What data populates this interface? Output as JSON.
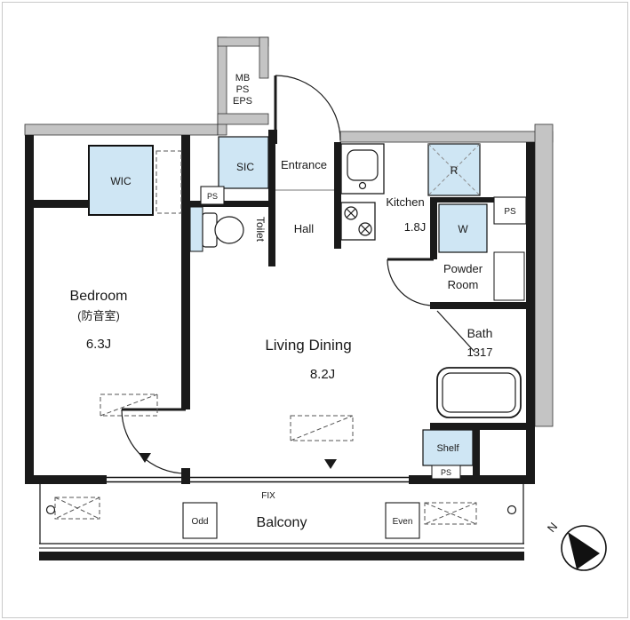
{
  "colors": {
    "wall_dark": "#1a1a1a",
    "wall_outer": "#c4c4c4",
    "fixture_blue": "#cfe6f4",
    "background": "#ffffff"
  },
  "shaft": {
    "mb": "MB",
    "ps": "PS",
    "eps": "EPS"
  },
  "rooms": {
    "wic": "WIC",
    "sic": "SIC",
    "sic_ps": "PS",
    "entrance": "Entrance",
    "toilet": "Toilet",
    "hall": "Hall",
    "kitchen": "Kitchen",
    "kitchen_size": "1.8J",
    "fridge": "R",
    "ps_right": "PS",
    "washer": "W",
    "powder_line1": "Powder",
    "powder_line2": "Room",
    "bath": "Bath",
    "bath_size": "1317",
    "bedroom": "Bedroom",
    "bedroom_note": "(防音室)",
    "bedroom_size": "6.3J",
    "living": "Living Dining",
    "living_size": "8.2J",
    "shelf": "Shelf",
    "ps_bottom": "PS"
  },
  "balcony": {
    "fix": "FIX",
    "label": "Balcony",
    "odd": "Odd",
    "even": "Even"
  },
  "compass": {
    "north": "N"
  }
}
